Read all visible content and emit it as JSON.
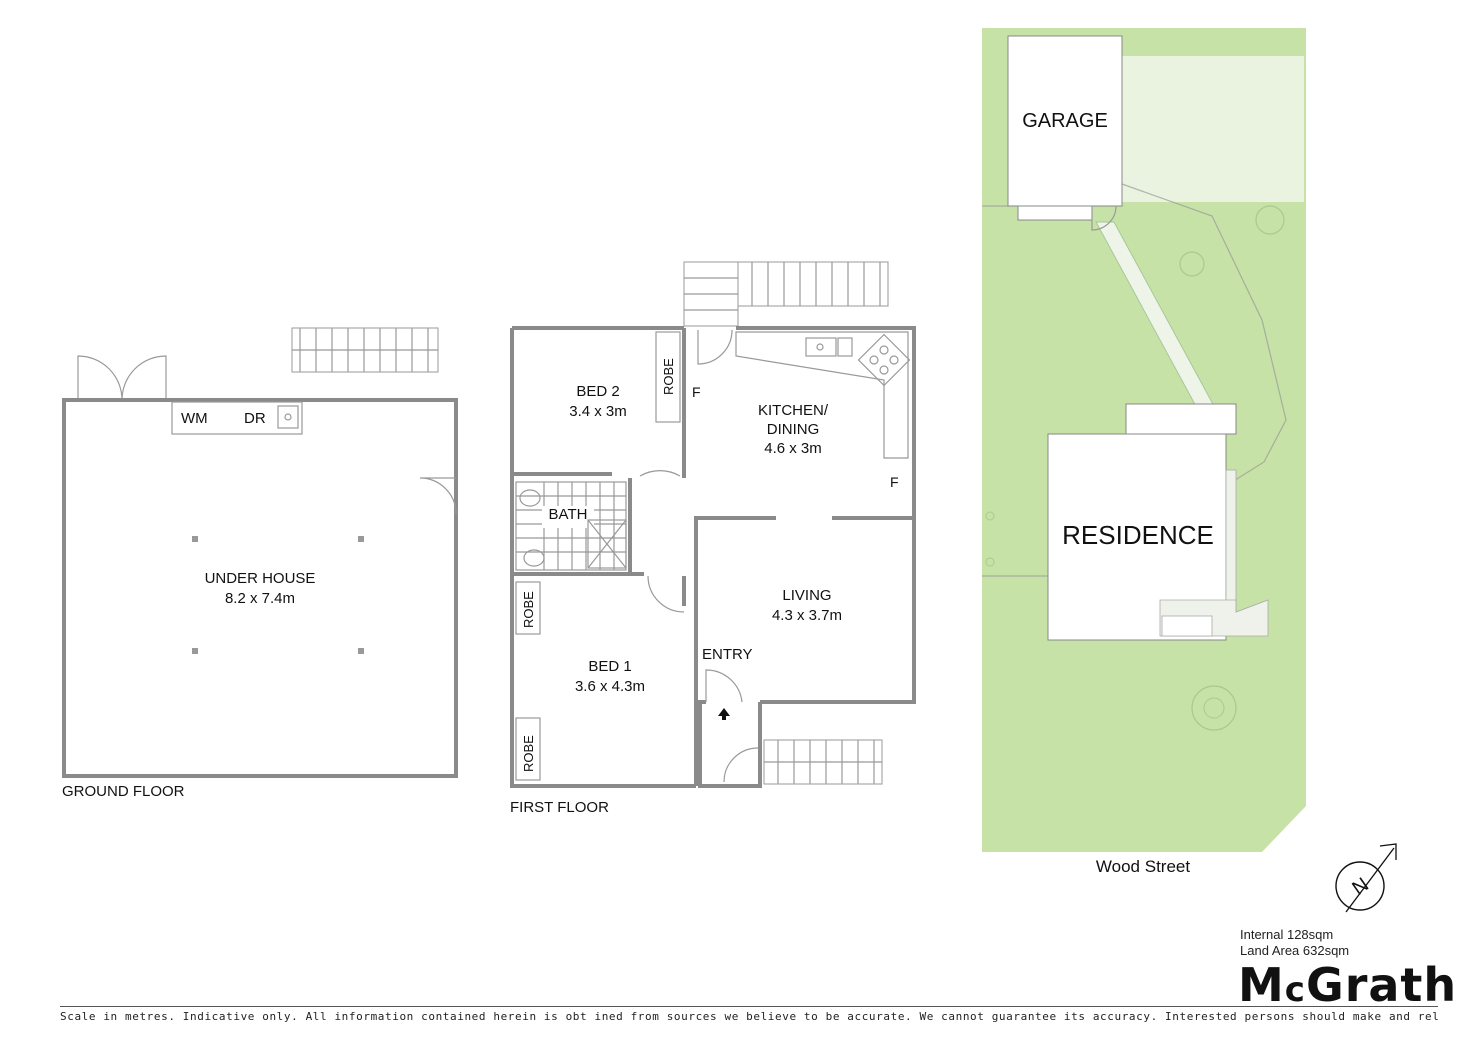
{
  "ground_floor": {
    "floor_label": "GROUND FLOOR",
    "room_name": "UNDER HOUSE",
    "room_size": "8.2 x 7.4m",
    "wm_label": "WM",
    "dr_label": "DR"
  },
  "first_floor": {
    "floor_label": "FIRST FLOOR",
    "bed2": {
      "name": "BED 2",
      "size": "3.4 x 3m"
    },
    "bed1": {
      "name": "BED 1",
      "size": "3.6 x 4.3m"
    },
    "kitchen": {
      "name_line1": "KITCHEN/",
      "name_line2": "DINING",
      "size": "4.6 x 3m"
    },
    "living": {
      "name": "LIVING",
      "size": "4.3 x 3.7m"
    },
    "bath": "BATH",
    "entry": "ENTRY",
    "robe": "ROBE",
    "fridge": "F"
  },
  "site": {
    "garage": "GARAGE",
    "residence": "RESIDENCE",
    "street": "Wood Street",
    "compass_letter": "N",
    "lawn_color": "#c6e2a6"
  },
  "summary": {
    "internal": "Internal 128sqm",
    "land_area": "Land Area 632sqm"
  },
  "brand": {
    "logo_m": "M",
    "logo_c": "c",
    "logo_rest": "Grath"
  },
  "disclaimer": "Scale in metres. Indicative only. All information contained herein is obt  ined from sources we believe to be accurate. We cannot guarantee its accuracy. Interested persons should make and rely on their own enquiries"
}
